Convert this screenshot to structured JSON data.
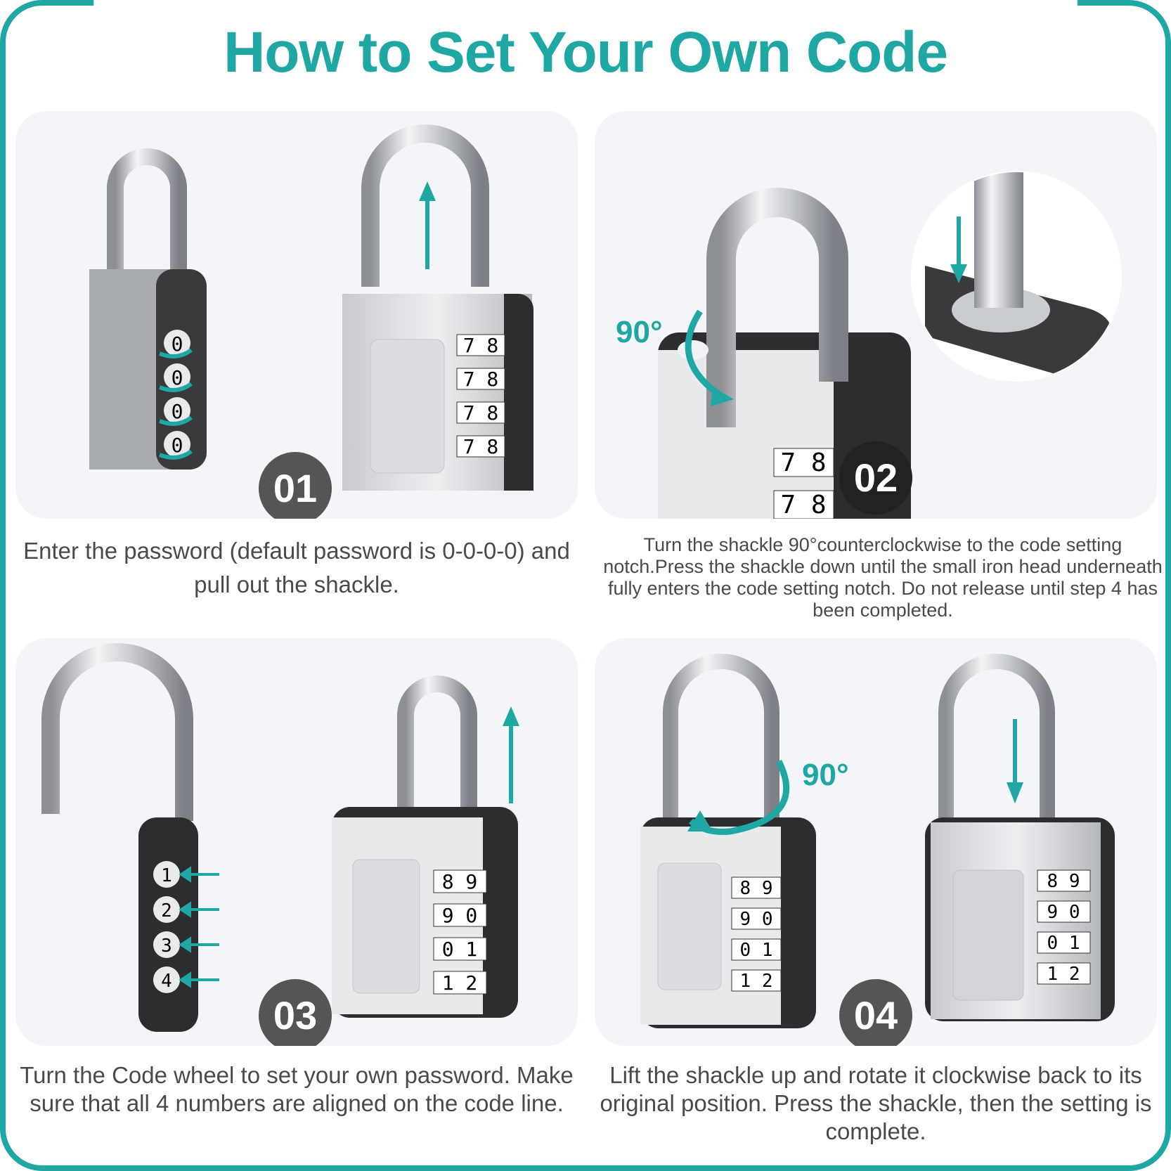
{
  "title": "How to Set Your Own Code",
  "accent_color": "#1fa7a4",
  "steps": [
    {
      "number": "01",
      "caption": "Enter the password (default password is 0-0-0-0) and pull out the shackle.",
      "wheels_left": [
        "0",
        "0",
        "0",
        "0"
      ],
      "wheels_right": [
        "7 8",
        "7 8",
        "7 8",
        "7 8"
      ]
    },
    {
      "number": "02",
      "caption": "Turn the shackle 90°counterclockwise to the code setting notch.Press the shackle down until the small iron head underneath fully enters the code setting notch. Do not release until step 4 has been completed.",
      "angle_label": "90°",
      "wheels": [
        "7 8",
        "7 8"
      ]
    },
    {
      "number": "03",
      "caption": "Turn the Code wheel to set your own password. Make sure that all 4 numbers are aligned on the code line.",
      "wheels_left": [
        "1",
        "2",
        "3",
        "4"
      ],
      "wheels_right": [
        "8 9",
        "9 0",
        "0 1",
        "1 2"
      ]
    },
    {
      "number": "04",
      "caption": "Lift the shackle up and rotate it  clockwise back to its original position. Press the shackle, then the setting is complete.",
      "angle_label": "90°",
      "wheels_left": [
        "8 9",
        "9 0",
        "0 1",
        "1 2"
      ],
      "wheels_right": [
        "8 9",
        "9 0",
        "0 1",
        "1 2"
      ]
    }
  ]
}
